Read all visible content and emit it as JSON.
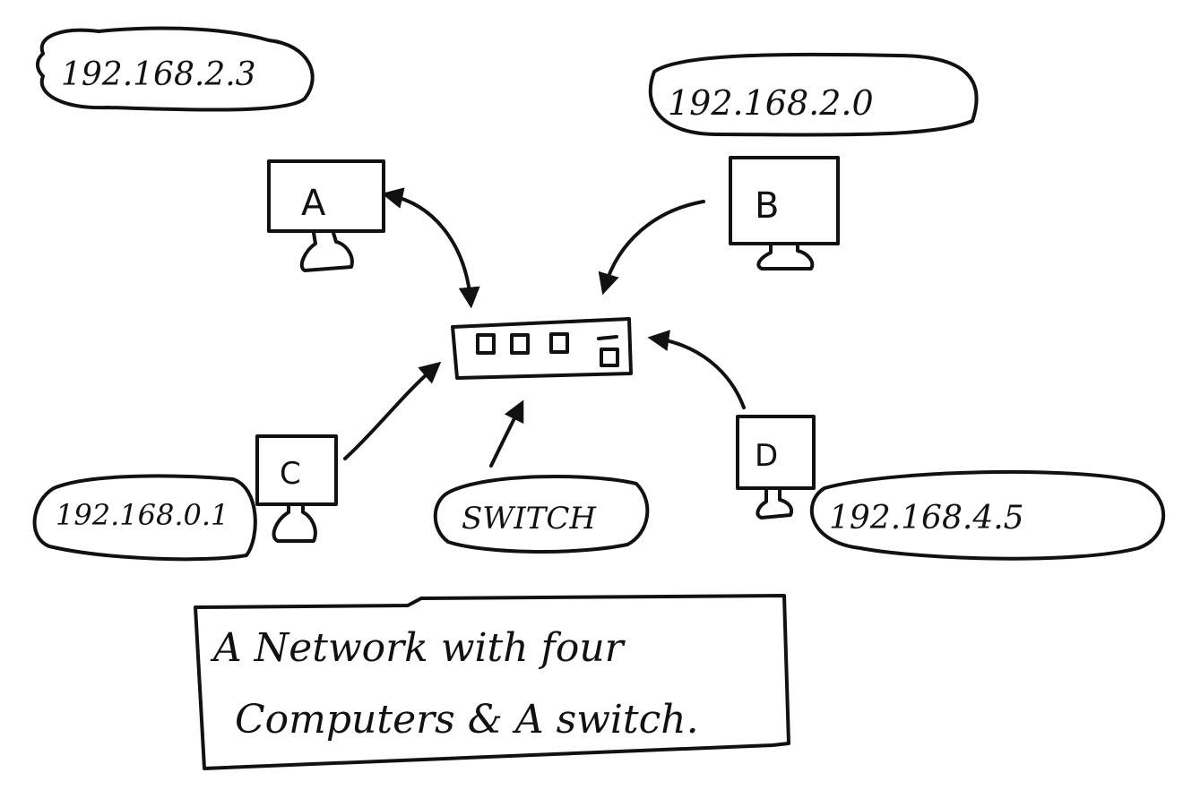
{
  "diagram": {
    "computers": [
      {
        "id": "A",
        "label": "A",
        "ip": "192.168.2.3"
      },
      {
        "id": "B",
        "label": "B",
        "ip": "192.168.2.0"
      },
      {
        "id": "C",
        "label": "C",
        "ip": "192.168.0.1"
      },
      {
        "id": "D",
        "label": "D",
        "ip": "192.168.4.5"
      }
    ],
    "switch": {
      "label": "SWITCH",
      "ports": 4
    },
    "caption": {
      "line1": "A Network with four",
      "line2": "Computers & A switch."
    }
  }
}
